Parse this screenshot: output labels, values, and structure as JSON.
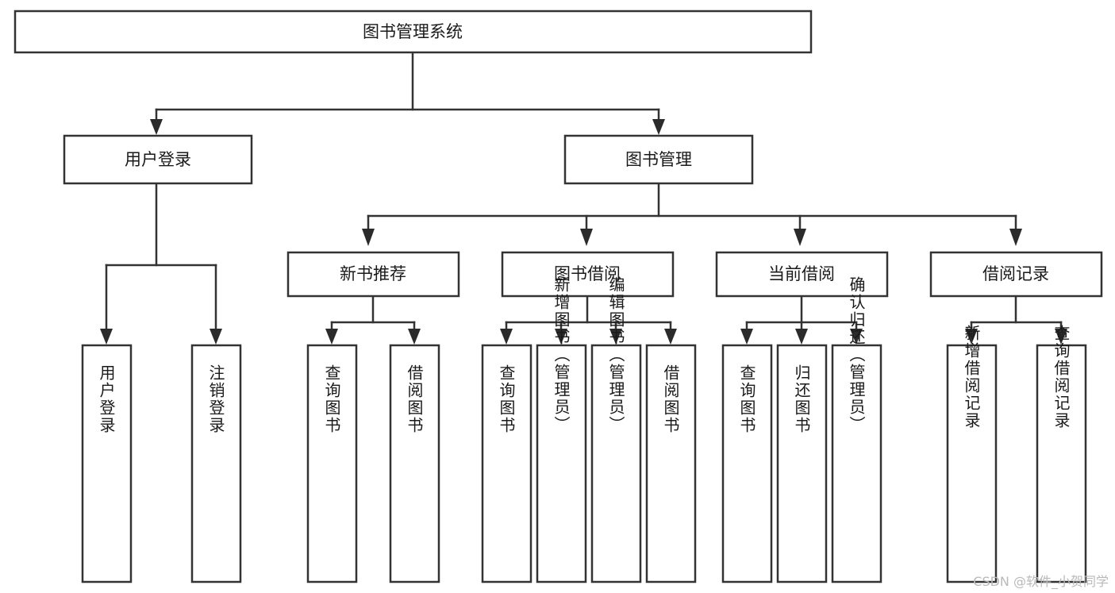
{
  "diagram": {
    "title": "图书管理系统",
    "type": "tree",
    "watermark": "CSDN @软件_小贺同学",
    "root": {
      "id": "root",
      "label": "图书管理系统",
      "orientation": "horizontal"
    },
    "level2": [
      {
        "id": "user-login",
        "label": "用户登录",
        "orientation": "horizontal"
      },
      {
        "id": "book-manage",
        "label": "图书管理",
        "orientation": "horizontal"
      }
    ],
    "level3": [
      {
        "id": "new-book-recommend",
        "label": "新书推荐",
        "orientation": "horizontal",
        "parent": "book-manage"
      },
      {
        "id": "book-borrow",
        "label": "图书借阅",
        "orientation": "horizontal",
        "parent": "book-manage"
      },
      {
        "id": "current-borrow",
        "label": "当前借阅",
        "orientation": "horizontal",
        "parent": "book-manage"
      },
      {
        "id": "borrow-record",
        "label": "借阅记录",
        "orientation": "horizontal",
        "parent": "book-manage"
      }
    ],
    "leaves": [
      {
        "id": "leaf-user-login",
        "label": "用户登录",
        "orientation": "vertical",
        "parent": "user-login"
      },
      {
        "id": "leaf-user-logout",
        "label": "注销登录",
        "orientation": "vertical",
        "parent": "user-login"
      },
      {
        "id": "leaf-query-book-1",
        "label": "查询图书",
        "orientation": "vertical",
        "parent": "new-book-recommend"
      },
      {
        "id": "leaf-borrow-book-1",
        "label": "借阅图书",
        "orientation": "vertical",
        "parent": "new-book-recommend"
      },
      {
        "id": "leaf-query-book-2",
        "label": "查询图书",
        "orientation": "vertical",
        "parent": "book-borrow"
      },
      {
        "id": "leaf-add-book",
        "label": "新增图书（管理员）",
        "orientation": "vertical",
        "parent": "book-borrow"
      },
      {
        "id": "leaf-edit-book",
        "label": "编辑图书（管理员）",
        "orientation": "vertical",
        "parent": "book-borrow"
      },
      {
        "id": "leaf-borrow-book-2",
        "label": "借阅图书",
        "orientation": "vertical",
        "parent": "book-borrow"
      },
      {
        "id": "leaf-query-book-3",
        "label": "查询图书",
        "orientation": "vertical",
        "parent": "current-borrow"
      },
      {
        "id": "leaf-return-book",
        "label": "归还图书",
        "orientation": "vertical",
        "parent": "current-borrow"
      },
      {
        "id": "leaf-confirm-return",
        "label": "确认归还（管理员）",
        "orientation": "vertical",
        "parent": "current-borrow"
      },
      {
        "id": "leaf-add-record",
        "label": "新增借阅记录",
        "orientation": "vertical",
        "parent": "borrow-record"
      },
      {
        "id": "leaf-query-record",
        "label": "查询借阅记录",
        "orientation": "vertical",
        "parent": "borrow-record"
      }
    ],
    "colors": {
      "box_stroke": "#333333",
      "box_fill": "#ffffff",
      "text": "#1a1a1a",
      "background": "#ffffff",
      "watermark": "#b9b9b9"
    }
  }
}
